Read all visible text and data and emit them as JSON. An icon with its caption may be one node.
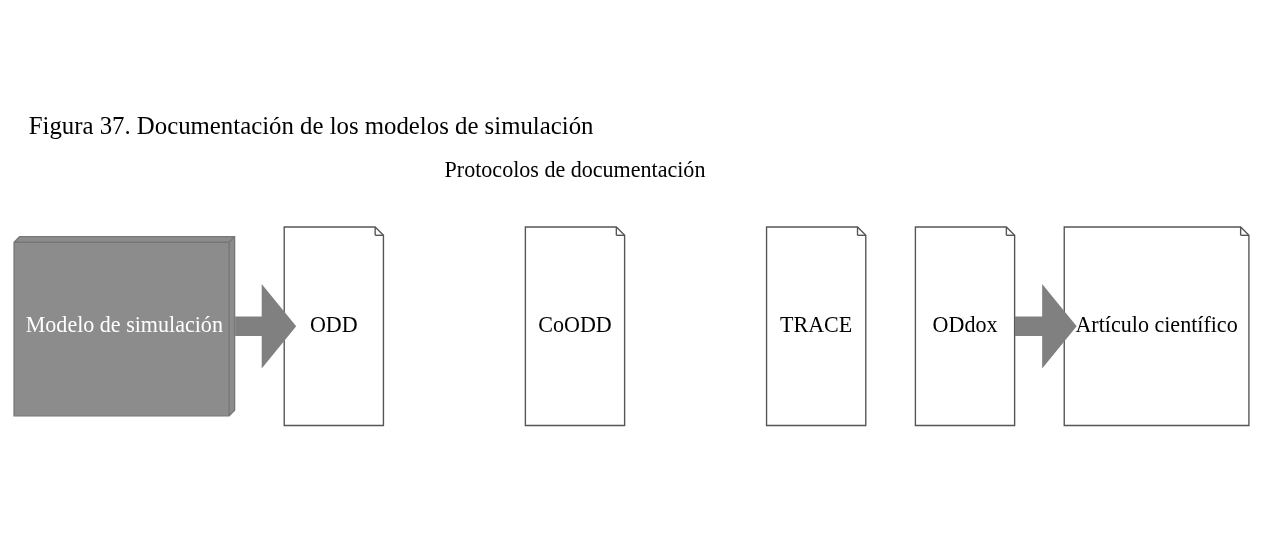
{
  "diagram": {
    "title": "Figura 37. Documentación de los modelos de simulación",
    "nodes": [
      {
        "text": [
          "Modelo de simulación"
        ]
      },
      {
        "text": [
          "ODD"
        ]
      },
      {
        "text": [
          "CoODD"
        ]
      },
      {
        "text": [
          "TRACE"
        ]
      },
      {
        "text": [
          "ODdox"
        ]
      },
      {
        "text": [
          "Artículo científico"
        ]
      }
    ],
    "edges": [
      {
        "from": 0,
        "to": 1,
        "arrow": "to"
      },
      {
        "from": 4,
        "to": 5,
        "arrow": "to"
      }
    ],
    "labels": [
      "Protocolos de documentación"
    ]
  }
}
